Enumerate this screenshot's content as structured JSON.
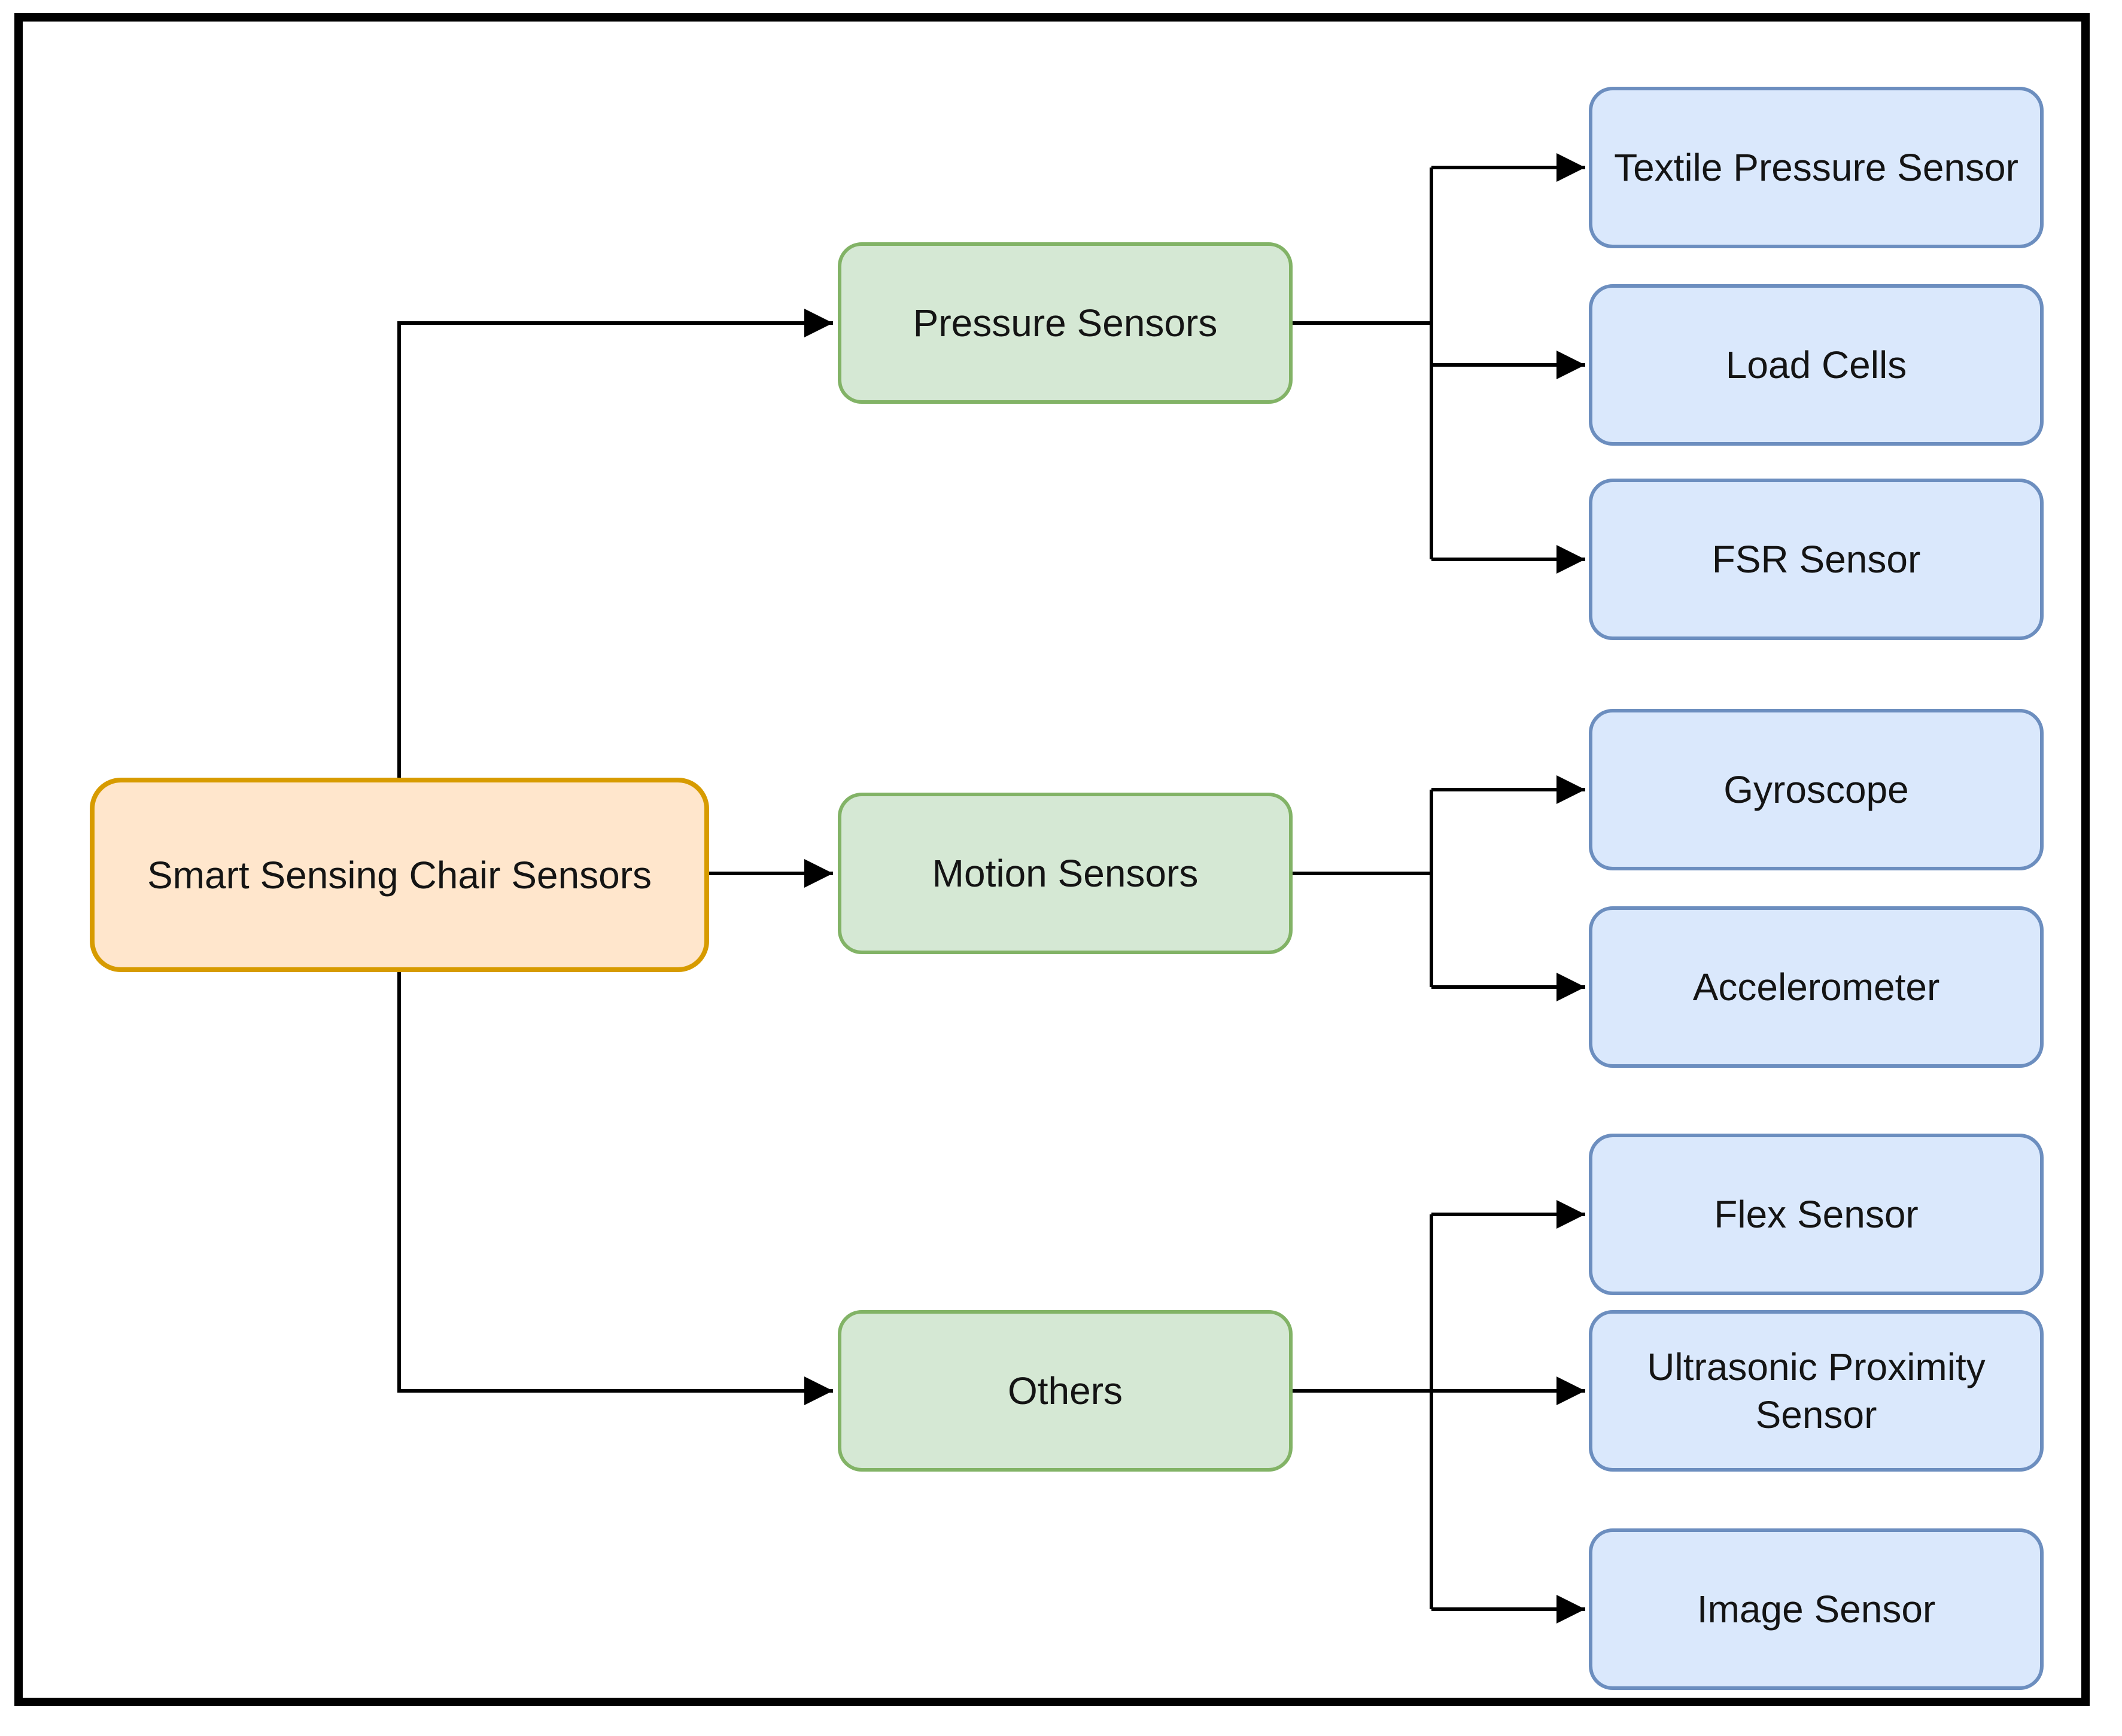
{
  "diagram": {
    "type": "tree-flowchart",
    "root": {
      "label": "Smart Sensing Chair Sensors"
    },
    "categories": [
      {
        "label": "Pressure Sensors",
        "children": [
          "Textile Pressure Sensor",
          "Load Cells",
          "FSR Sensor"
        ]
      },
      {
        "label": "Motion Sensors",
        "children": [
          "Gyroscope",
          "Accelerometer"
        ]
      },
      {
        "label": "Others",
        "children": [
          "Flex Sensor",
          "Ultrasonic Proximity Sensor",
          "Image Sensor"
        ]
      }
    ],
    "leaves": [
      "Textile Pressure Sensor",
      "Load Cells",
      "FSR Sensor",
      "Gyroscope",
      "Accelerometer",
      "Flex Sensor",
      "Ultrasonic Proximity Sensor",
      "Image Sensor"
    ],
    "edges": [
      {
        "from": "Smart Sensing Chair Sensors",
        "to": "Pressure Sensors"
      },
      {
        "from": "Smart Sensing Chair Sensors",
        "to": "Motion Sensors"
      },
      {
        "from": "Smart Sensing Chair Sensors",
        "to": "Others"
      },
      {
        "from": "Pressure Sensors",
        "to": "Textile Pressure Sensor"
      },
      {
        "from": "Pressure Sensors",
        "to": "Load Cells"
      },
      {
        "from": "Pressure Sensors",
        "to": "FSR Sensor"
      },
      {
        "from": "Motion Sensors",
        "to": "Gyroscope"
      },
      {
        "from": "Motion Sensors",
        "to": "Accelerometer"
      },
      {
        "from": "Others",
        "to": "Flex Sensor"
      },
      {
        "from": "Others",
        "to": "Ultrasonic Proximity Sensor"
      },
      {
        "from": "Others",
        "to": "Image Sensor"
      }
    ],
    "colors": {
      "root_fill": "#ffe6cc",
      "root_border": "#d79b00",
      "category_fill": "#d5e8d4",
      "category_border": "#82b366",
      "leaf_fill": "#dae8fc",
      "leaf_border": "#6c8ebf",
      "connector": "#000000",
      "frame": "#000000",
      "background": "#ffffff",
      "text": "#141414"
    }
  }
}
